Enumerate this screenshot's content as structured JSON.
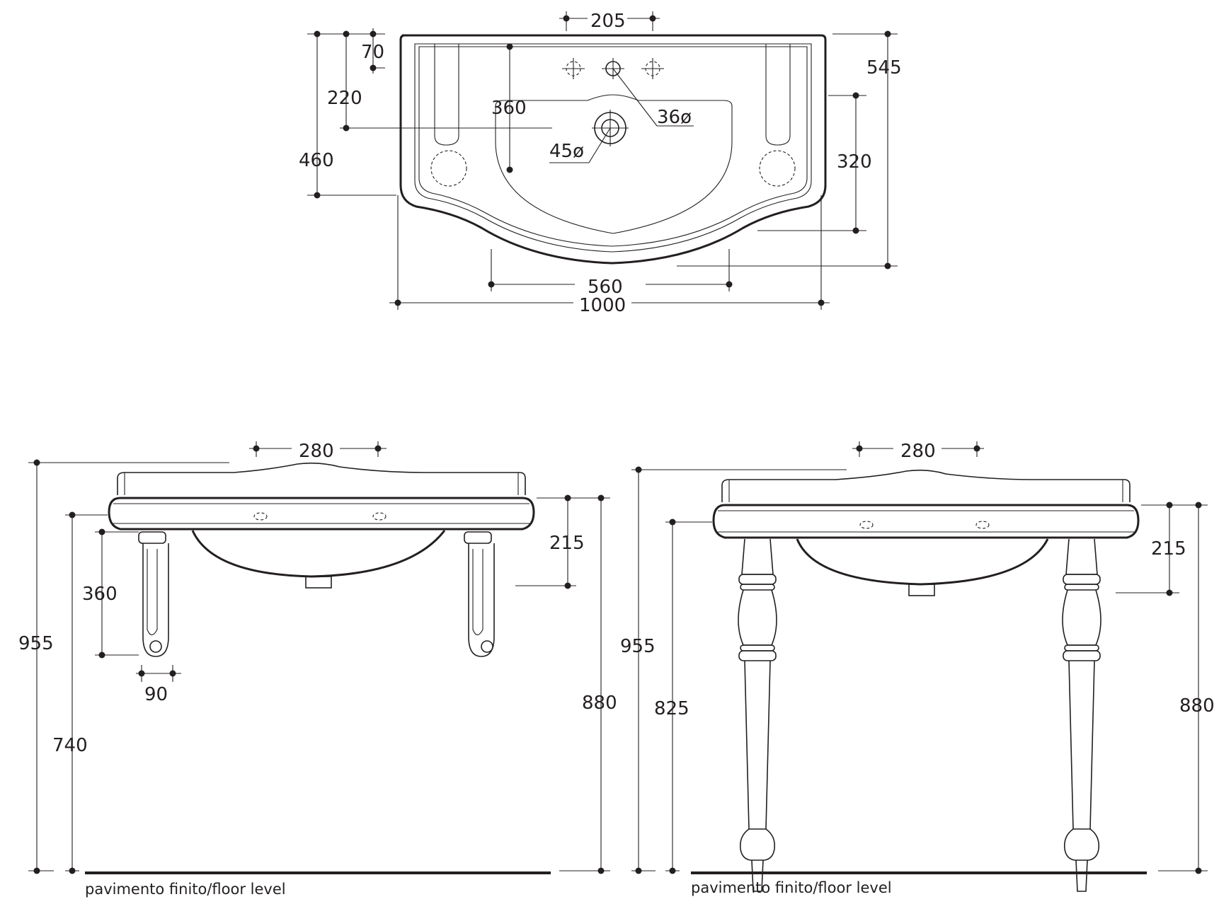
{
  "plan_view": {
    "dim_205": "205",
    "dim_70": "70",
    "dim_220": "220",
    "dim_360": "360",
    "dim_36o": "36ø",
    "dim_45o": "45ø",
    "dim_460": "460",
    "dim_545": "545",
    "dim_320": "320",
    "dim_560": "560",
    "dim_1000": "1000"
  },
  "side_view_left": {
    "dim_280": "280",
    "dim_215": "215",
    "dim_360": "360",
    "dim_90": "90",
    "dim_955": "955",
    "dim_740": "740",
    "dim_880": "880",
    "floor_label": "pavimento finito/floor level"
  },
  "side_view_right": {
    "dim_280": "280",
    "dim_215": "215",
    "dim_955": "955",
    "dim_825": "825",
    "dim_880": "880",
    "floor_label": "pavimento finito/floor level"
  }
}
